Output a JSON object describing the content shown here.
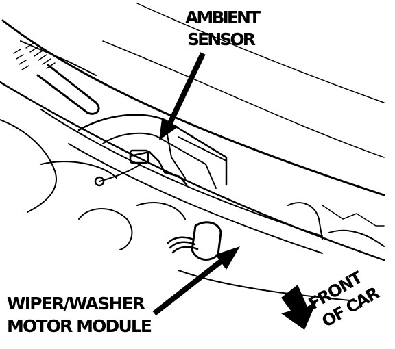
{
  "labels": {
    "ambient_sensor": [
      "AMBIENT",
      "SENSOR"
    ],
    "wiper_motor": [
      "WIPER/WASHER",
      "MOTOR MODULE"
    ],
    "front_of_car": [
      "FRONT",
      "OF CAR"
    ]
  },
  "colors": {
    "ink": "#000000",
    "paper": "#ffffff"
  }
}
